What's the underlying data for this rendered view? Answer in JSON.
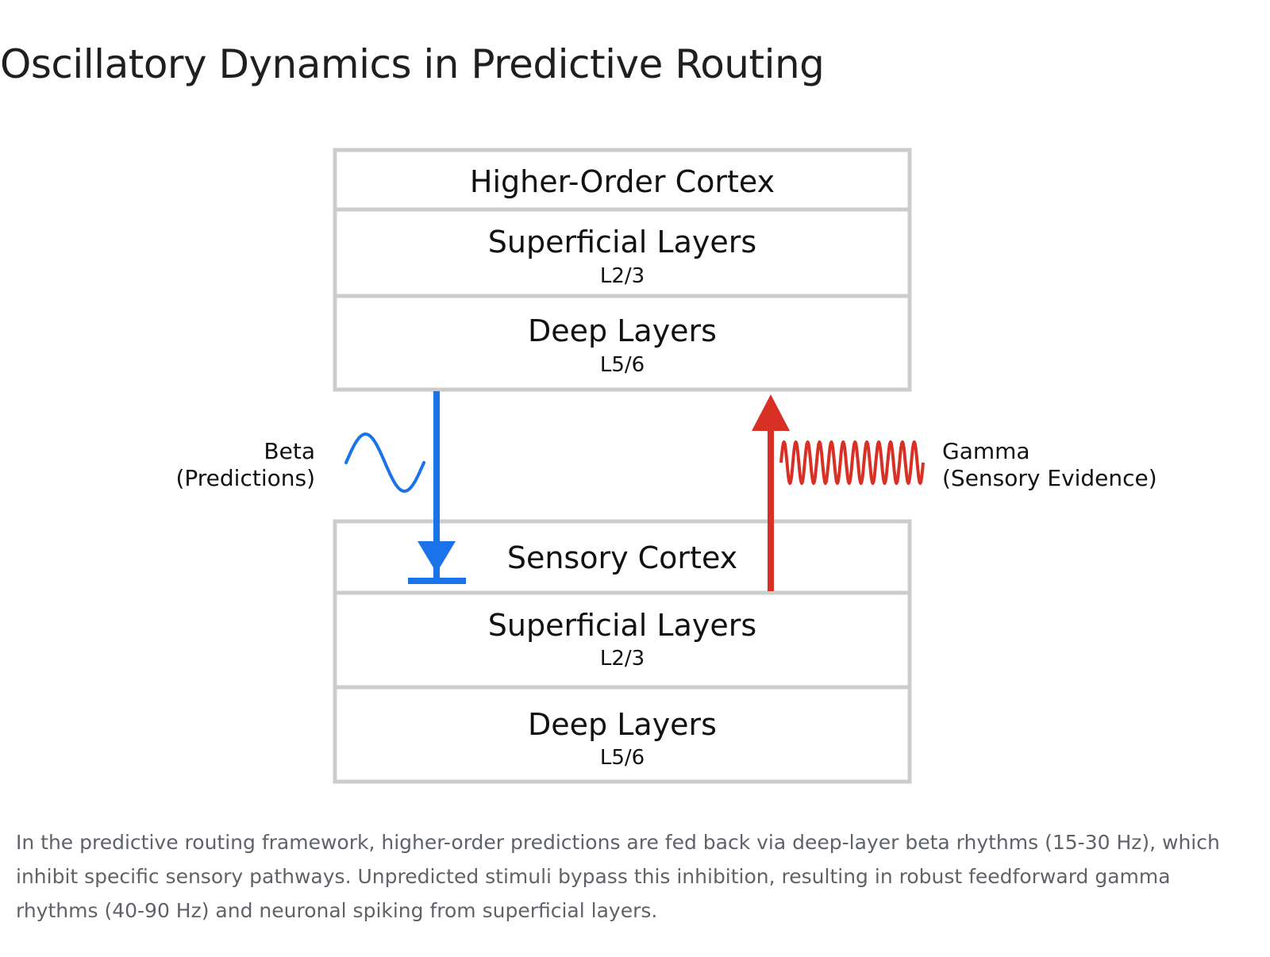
{
  "title": "Oscillatory Dynamics in Predictive Routing",
  "higher_cortex": {
    "name": "Higher-Order Cortex",
    "superficial": {
      "name": "Superficial Layers",
      "sub": "L2/3"
    },
    "deep": {
      "name": "Deep Layers",
      "sub": "L5/6"
    }
  },
  "sensory_cortex": {
    "name": "Sensory Cortex",
    "superficial": {
      "name": "Superficial Layers",
      "sub": "L2/3"
    },
    "deep": {
      "name": "Deep Layers",
      "sub": "L5/6"
    }
  },
  "beta": {
    "label": "Beta",
    "sublabel": "(Predictions)",
    "color": "#1a73e8"
  },
  "gamma": {
    "label": "Gamma",
    "sublabel": "(Sensory Evidence)",
    "color": "#d93025"
  },
  "caption": "In the predictive routing framework, higher-order predictions are fed back via deep-layer beta rhythms (15-30 Hz), which inhibit specific sensory pathways. Unpredicted stimuli bypass this inhibition, resulting in robust feedforward gamma rhythms (40-90 Hz) and neuronal spiking from superficial layers.",
  "box_border_color": "#cccccc"
}
